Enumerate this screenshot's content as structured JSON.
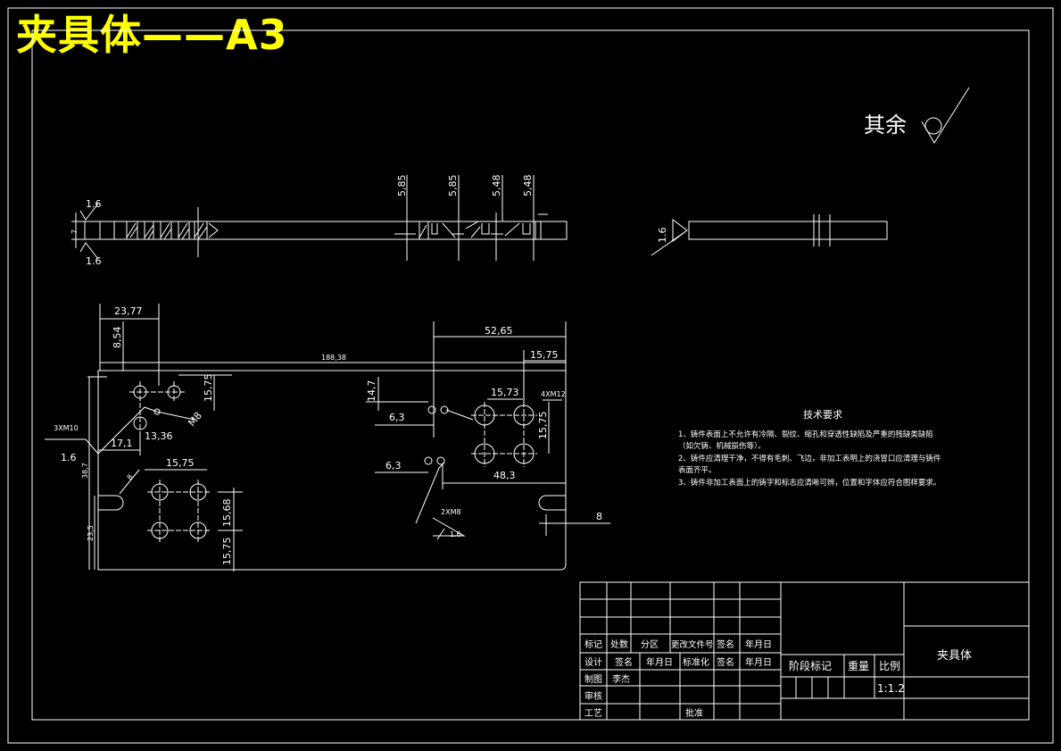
{
  "header": {
    "title": "夹具体——A3"
  },
  "roughness": {
    "other": "其余",
    "a": "1.6",
    "b": "1.6",
    "c": "1.6",
    "d": "1.6",
    "e": "1.6"
  },
  "side_view": {
    "thickness": "7",
    "dims": [
      "5,85",
      "5,85",
      "5,48",
      "5,48"
    ]
  },
  "plan_view": {
    "dims": {
      "d1": "23,77",
      "d2": "8,54",
      "d3": "188,38",
      "d4": "52,65",
      "d5": "15,75",
      "d6": "15,75",
      "d7": "14,7",
      "d8": "15,73",
      "d9": "6,3",
      "d10": "15,75",
      "d11": "17,1",
      "d12": "13,36",
      "d13": "M8",
      "d14": "15,75",
      "d15": "6,3",
      "d16": "48,3",
      "d17": "8",
      "d18": "15,68",
      "d19": "15,75",
      "d20": "38,7",
      "d21": "23,5",
      "d22": "8"
    },
    "callouts": {
      "c1": "3XM10",
      "c2": "4XM12",
      "c3": "2XM8"
    }
  },
  "tech": {
    "heading": "技术要求",
    "lines": [
      "1、铸件表面上不允许有冷隔、裂纹、缩孔和穿透性缺陷及严重的残缺类缺陷",
      "（如欠铸、机械损伤等）。",
      "2、铸件应清理干净，不得有毛刺、飞边，非加工表明上的浇冒口应清理与铸件",
      "表面齐平。",
      "3、铸件非加工表面上的铸字和标志应清晰可辨，位置和字体应符合图样要求。"
    ]
  },
  "title_block": {
    "r1": [
      "标记",
      "处数",
      "分区",
      "更改文件号",
      "签名",
      "年月日"
    ],
    "r2": [
      "设计",
      "签名",
      "年月日",
      "标准化",
      "签名",
      "年月日"
    ],
    "r3": [
      "制图",
      "李杰"
    ],
    "r4": [
      "审核"
    ],
    "r5": [
      "工艺",
      "批准"
    ],
    "stage_mark": "阶段标记",
    "weight": "重量",
    "scale_label": "比例",
    "scale": "1:1.2",
    "part_name": "夹具体"
  }
}
